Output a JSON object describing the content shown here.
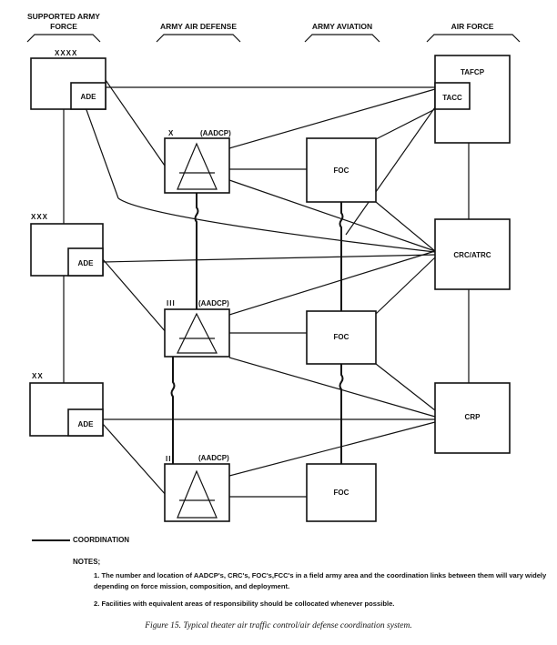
{
  "columns": {
    "supported_army_force": "SUPPORTED ARMY FORCE",
    "army_air_defense": "ARMY AIR DEFENSE",
    "army_aviation": "ARMY AVIATION",
    "air_force": "AIR FORCE"
  },
  "army_units": [
    {
      "echelon": "XXXX",
      "cell": "ADE"
    },
    {
      "echelon": "XXX",
      "cell": "ADE"
    },
    {
      "echelon": "XX",
      "cell": "ADE"
    }
  ],
  "aadcp_units": [
    {
      "echelon": "X",
      "label": "(AADCP)"
    },
    {
      "echelon": "III",
      "label": "(AADCP)"
    },
    {
      "echelon": "II",
      "label": "(AADCP)"
    }
  ],
  "aviation_units": [
    "FOC",
    "FOC",
    "FOC"
  ],
  "air_force_units": {
    "tafcp": "TAFCP",
    "tacc": "TACC",
    "crc_atrc": "CRC/ATRC",
    "crp": "CRP"
  },
  "legend": {
    "coordination": "COORDINATION"
  },
  "notes": {
    "title": "NOTES;",
    "items": [
      "1. The number and location of AADCP's, CRC's, FOC's,FCC's in a field army area and the coordination links between them will vary widely depending on force mission, composition, and deployment.",
      "2. Facilities with equivalent areas of responsibility should be collocated whenever possible."
    ]
  },
  "caption": "Figure 15.  Typical theater air traffic control/air defense coordination system."
}
